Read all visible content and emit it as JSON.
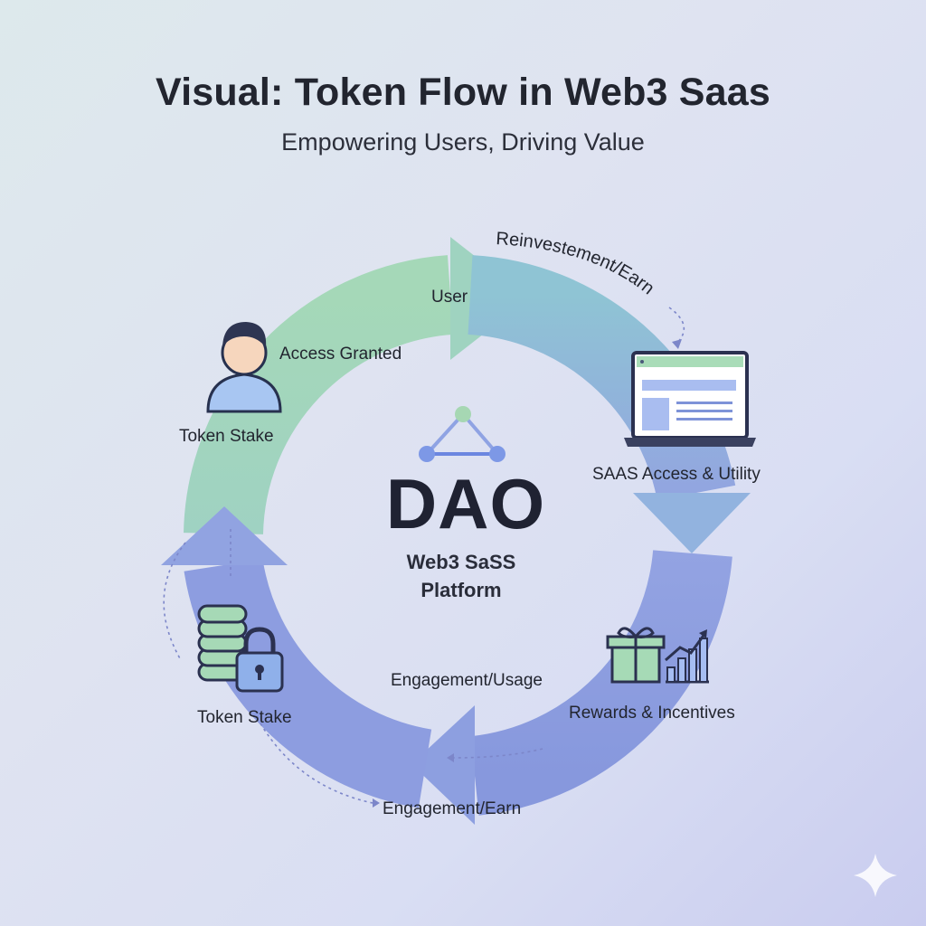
{
  "title": "Visual: Token Flow in Web3 Saas",
  "subtitle": "Empowering Users, Driving Value",
  "center": {
    "title": "DAO",
    "subtitle_line1": "Web3 SaSS",
    "subtitle_line2": "Platform"
  },
  "labels": {
    "reinvestment": "Reinvestement/Earn",
    "user": "User",
    "access_granted": "Access Granted",
    "token_stake_top": "Token Stake",
    "saas_access": "SAAS Access & Utility",
    "engagement_usage": "Engagement/Usage",
    "rewards": "Rewards & Incentives",
    "token_stake_bottom": "Token Stake",
    "engagement_earn": "Engagement/Earn"
  },
  "icons": {
    "user": "user-avatar-icon",
    "laptop": "laptop-icon",
    "gift": "gift-icon",
    "growth_chart": "growth-chart-icon",
    "coins": "coin-stack-icon",
    "lock": "padlock-icon",
    "network": "network-triangle-icon",
    "sparkle": "sparkle-icon"
  },
  "colors": {
    "green": "#a5d7b4",
    "teal": "#8fc4d3",
    "blue": "#98a9e0",
    "indigo": "#8d9de0",
    "text": "#22252f"
  }
}
